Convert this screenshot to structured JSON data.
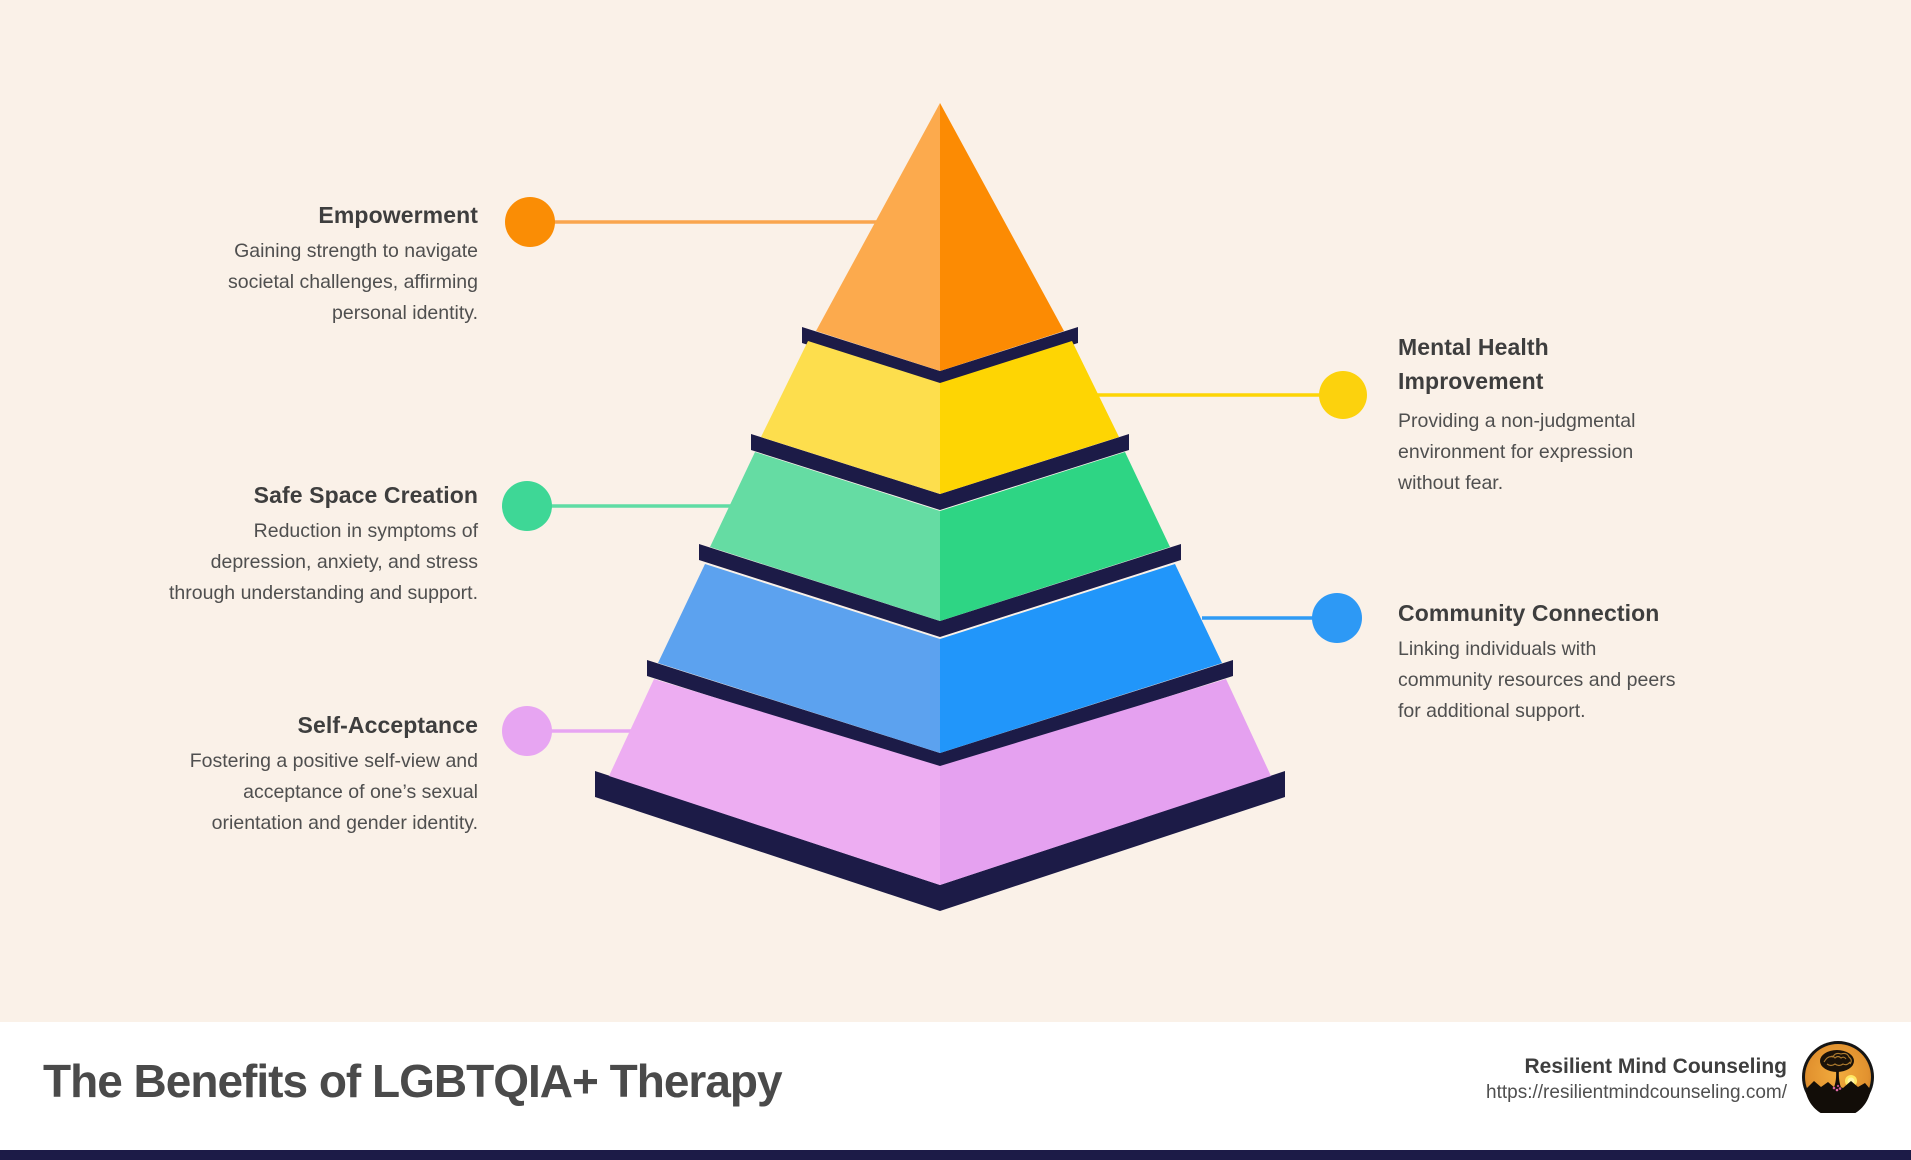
{
  "page": {
    "bg_color": "#FAF1E8",
    "footer_bg": "#FFFFFF",
    "bottom_bar_color": "#1C1B47"
  },
  "pyramid": {
    "shadow_color": "#1C1B47",
    "levels": [
      {
        "name": "Empowerment",
        "left_color": "#FCAA4D",
        "right_color": "#FC8B03"
      },
      {
        "name": "Mental Health Improvement",
        "left_color": "#FDDE4D",
        "right_color": "#FED503"
      },
      {
        "name": "Safe Space Creation",
        "left_color": "#65DCA3",
        "right_color": "#2ED584"
      },
      {
        "name": "Community Connection",
        "left_color": "#5CA2EF",
        "right_color": "#2196FA"
      },
      {
        "name": "Self-Acceptance",
        "left_color": "#EDADF2",
        "right_color": "#E5A1F0"
      }
    ]
  },
  "callouts": [
    {
      "title": "Empowerment",
      "lines": [
        "Gaining strength to navigate",
        "societal challenges, affirming",
        "personal identity."
      ],
      "dot_color": "#FA8D05",
      "line_color": "#F9A54E"
    },
    {
      "title_lines": [
        "Mental Health",
        "Improvement"
      ],
      "lines": [
        "Providing a non-judgmental",
        "environment for expression",
        "without fear."
      ],
      "dot_color": "#FCD20D",
      "line_color": "#FDD506"
    },
    {
      "title": "Safe Space Creation",
      "lines": [
        "Reduction in symptoms of",
        "depression, anxiety, and stress",
        "through understanding and support."
      ],
      "dot_color": "#3ED796",
      "line_color": "#5FDCA4"
    },
    {
      "title": "Community Connection",
      "lines": [
        "Linking individuals with",
        "community resources and peers",
        "for additional support."
      ],
      "dot_color": "#2D99F5",
      "line_color": "#2E9BF5"
    },
    {
      "title": "Self-Acceptance",
      "lines": [
        "Fostering a positive self-view and",
        "acceptance of one’s sexual",
        "orientation and gender identity."
      ],
      "dot_color": "#E7A5F2",
      "line_color": "#E7A5F2"
    }
  ],
  "footer": {
    "title": "The Benefits of LGBTQIA+ Therapy",
    "brand": "Resilient Mind Counseling",
    "url": "https://resilientmindcounseling.com/"
  }
}
